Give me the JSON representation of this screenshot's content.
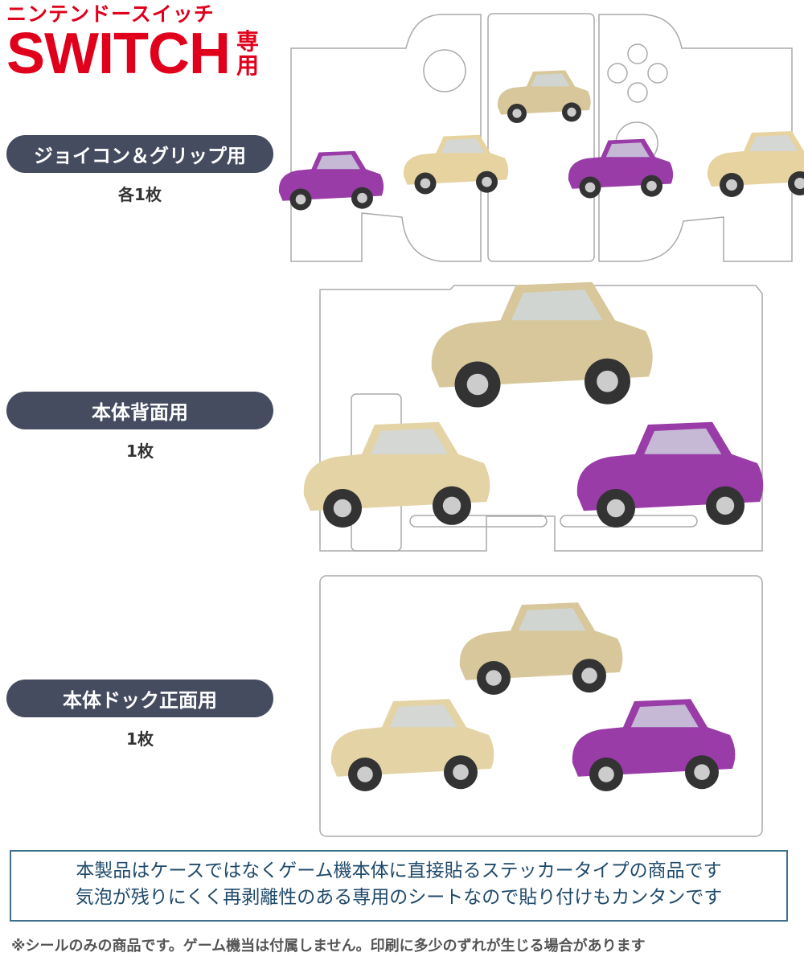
{
  "brand": {
    "subtitle": "ニンテンドースイッチ",
    "title": "SWITCH",
    "only": "専用"
  },
  "sections": [
    {
      "label": "ジョイコン＆グリップ用",
      "count": "各1枚"
    },
    {
      "label": "本体背面用",
      "count": "1枚"
    },
    {
      "label": "本体ドック正面用",
      "count": "1枚"
    }
  ],
  "info": {
    "line1": "本製品はケースではなくゲーム機本体に直接貼るステッカータイプの商品です",
    "line2": "気泡が残りにくく再剥離性のある専用のシートなので貼り付けもカンタンです"
  },
  "footnote": "※シールのみの商品です。ゲーム機当は付属しません。印刷に多少のずれが生じる場合があります",
  "colors": {
    "brand": "#e0001b",
    "pill": "#454c5f",
    "info_border": "#3f6f8c"
  }
}
